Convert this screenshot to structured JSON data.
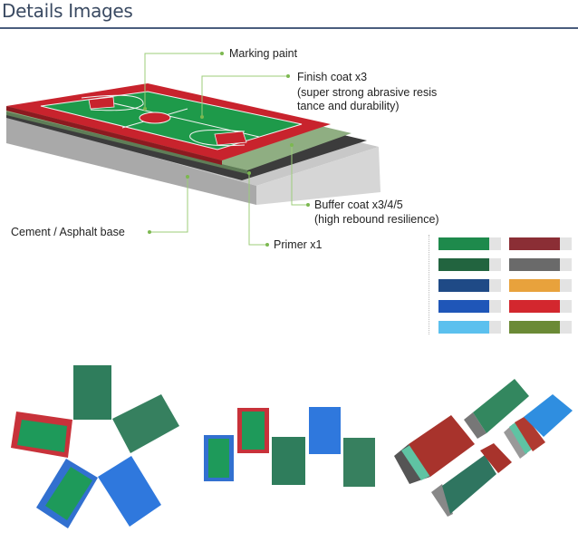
{
  "header": {
    "title": "Details Images"
  },
  "diagram": {
    "labels": {
      "marking_paint": "Marking paint",
      "finish_coat": "Finish coat  x3",
      "finish_desc_1": "(super strong abrasive resis",
      "finish_desc_2": "tance and durability)",
      "buffer_coat": "Buffer coat  x3/4/5",
      "buffer_desc": "(high rebound resilience)",
      "base": "Cement / Asphalt base",
      "primer": "Primer  x1"
    }
  },
  "swatches": {
    "left": [
      "#1e8a4c",
      "#22643f",
      "#1f4a86",
      "#1f56b8",
      "#5bc0ee"
    ],
    "right": [
      "#8b2e35",
      "#6a6a6a",
      "#e8a23c",
      "#d3272e",
      "#6b8a36"
    ]
  }
}
